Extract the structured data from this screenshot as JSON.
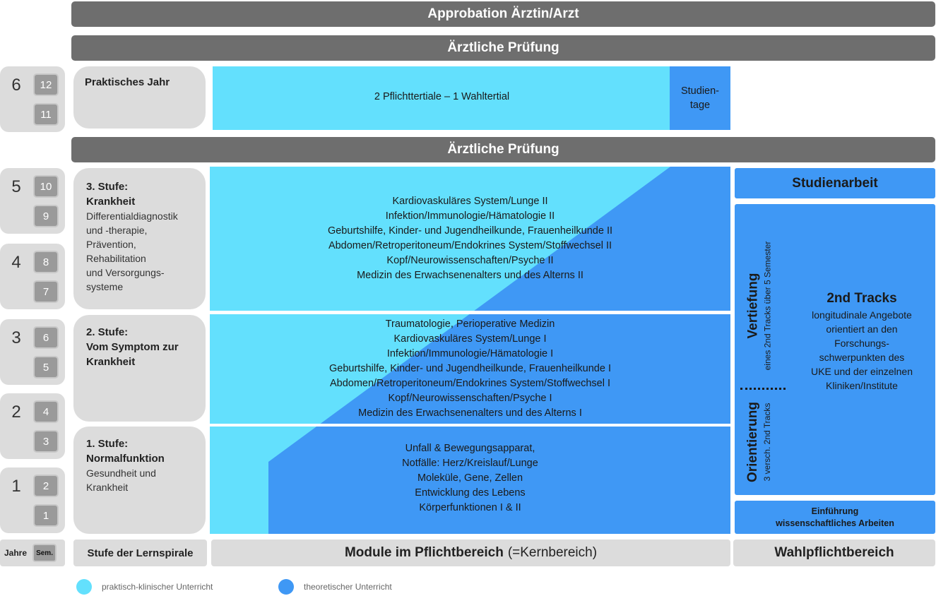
{
  "top_bars": {
    "approbation": "Approbation Ärztin/Arzt",
    "pruefung_top": "Ärztliche Prüfung",
    "pruefung_mid": "Ärztliche Prüfung"
  },
  "years": [
    {
      "year": "6",
      "semesters": [
        "12",
        "11"
      ]
    },
    {
      "year": "5",
      "semesters": [
        "10",
        "9"
      ]
    },
    {
      "year": "4",
      "semesters": [
        "8",
        "7"
      ]
    },
    {
      "year": "3",
      "semesters": [
        "6",
        "5"
      ]
    },
    {
      "year": "2",
      "semesters": [
        "4",
        "3"
      ]
    },
    {
      "year": "1",
      "semesters": [
        "2",
        "1"
      ]
    }
  ],
  "stages": {
    "pj": {
      "title": "Praktisches Jahr"
    },
    "stufe3": {
      "title_a": "3. Stufe:",
      "title_b": "Krankheit",
      "desc": [
        "Differentialdiagnostik",
        "und -therapie,",
        "Prävention,",
        "Rehabilitation",
        "und Versorgungs-",
        "systeme"
      ]
    },
    "stufe2": {
      "title_a": "2. Stufe:",
      "title_b": "Vom Symptom zur",
      "title_c": "Krankheit"
    },
    "stufe1": {
      "title_a": "1. Stufe:",
      "title_b": "Normalfunktion",
      "desc": [
        "Gesundheit und",
        "Krankheit"
      ]
    }
  },
  "pj_module": {
    "main": "2 Pflichttertiale – 1 Wahltertial",
    "studientage_a": "Studien-",
    "studientage_b": "tage"
  },
  "modules": {
    "block3": [
      "Kardiovaskuläres System/Lunge II",
      "Infektion/Immunologie/Hämatologie II",
      "Geburtshilfe, Kinder- und Jugendheilkunde, Frauenheilkunde II",
      "Abdomen/Retroperitoneum/Endokrines System/Stoffwechsel II",
      "Kopf/Neurowissenschaften/Psyche II",
      "Medizin des Erwachsenenalters und des Alterns II"
    ],
    "block2": [
      "Traumatologie, Perioperative Medizin",
      "Kardiovaskuläres System/Lunge I",
      "Infektion/Immunologie/Hämatologie I",
      "Geburtshilfe, Kinder- und Jugendheilkunde, Frauenheilkunde I",
      "Abdomen/Retroperitoneum/Endokrines System/Stoffwechsel I",
      "Kopf/Neurowissenschaften/Psyche I",
      "Medizin des Erwachsenenalters und des Alterns I"
    ],
    "block1": [
      "Unfall & Bewegungsapparat,",
      "Notfälle: Herz/Kreislauf/Lunge",
      "Moleküle, Gene, Zellen",
      "Entwicklung des Lebens",
      "Körperfunktionen I & II"
    ]
  },
  "elective": {
    "studienarbeit": "Studienarbeit",
    "vertiefung": "Vertiefung",
    "vertiefung_sub": "eines 2nd Tracks über 5 Semester",
    "orientierung": "Orientierung",
    "orientierung_sub": "3 versch. 2nd Tracks",
    "tracks_title": "2nd Tracks",
    "tracks_desc": [
      "longitudinale Angebote",
      "orientiert an den",
      "Forschungs-",
      "schwerpunkten des",
      "UKE und der einzelnen",
      "Kliniken/Institute"
    ],
    "einfuehrung_a": "Einführung",
    "einfuehrung_b": "wissenschaftliches Arbeiten"
  },
  "footer": {
    "jahre": "Jahre",
    "sem": "Sem.",
    "stufe": "Stufe der Lernspirale",
    "module_bold": "Module im Pflichtbereich",
    "module_normal": "(=Kernbereich)",
    "wahl": "Wahlpflichtbereich"
  },
  "legend": {
    "practical": "praktisch-klinischer Unterricht",
    "theoretical": "theoretischer Unterricht"
  },
  "colors": {
    "practical": "#63e0fd",
    "theoretical": "#3f98f5",
    "bar": "#6e6e6e",
    "panel": "#dcdcdc"
  }
}
